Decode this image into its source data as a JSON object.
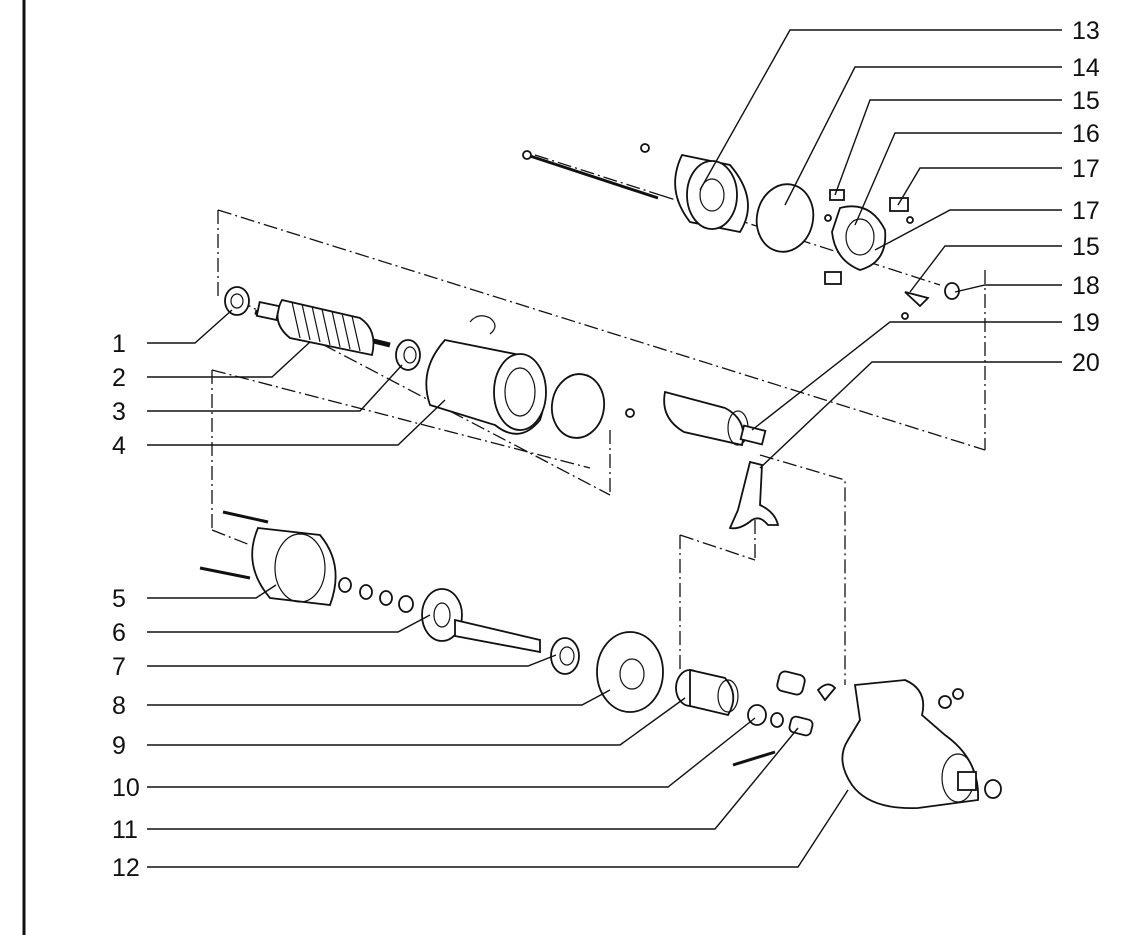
{
  "labels": {
    "n1": "1",
    "n2": "2",
    "n3": "3",
    "n4": "4",
    "n5": "5",
    "n6": "6",
    "n7": "7",
    "n8": "8",
    "n9": "9",
    "n10": "10",
    "n11": "11",
    "n12": "12",
    "n13": "13",
    "n14": "14",
    "n15a": "15",
    "n16": "16",
    "n17a": "17",
    "n17b": "17",
    "n15b": "15",
    "n18": "18",
    "n19": "19",
    "n20": "20"
  },
  "colors": {
    "ink": "#111111",
    "paper": "#ffffff"
  }
}
